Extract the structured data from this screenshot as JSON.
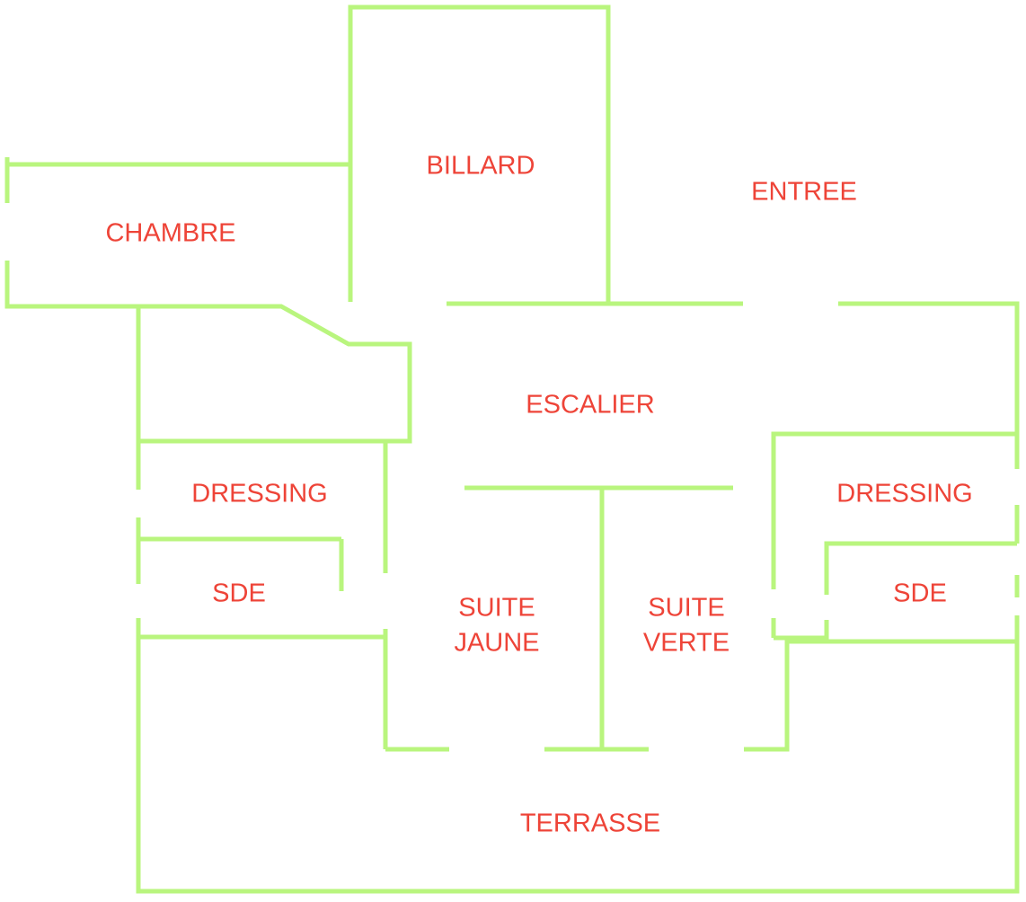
{
  "colors": {
    "wall": "#b9f57e",
    "label": "#ee4438",
    "background": "#ffffff"
  },
  "rooms": {
    "billard": "BILLARD",
    "entree": "ENTREE",
    "chambre": "CHAMBRE",
    "escalier": "ESCALIER",
    "dressing_left": "DRESSING",
    "dressing_right": "DRESSING",
    "sde_left": "SDE",
    "sde_right": "SDE",
    "suite_jaune": [
      "SUITE",
      "JAUNE"
    ],
    "suite_verte": [
      "SUITE",
      "VERTE"
    ],
    "terrasse": "TERRASSE"
  }
}
